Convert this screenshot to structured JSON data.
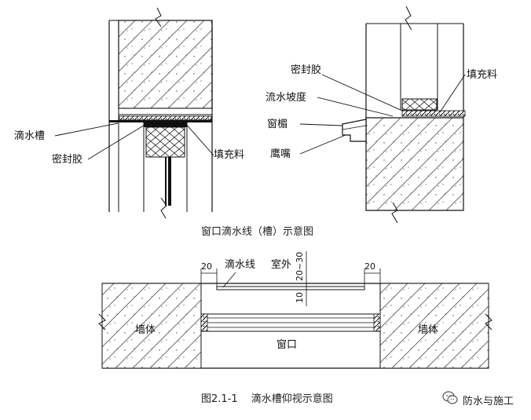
{
  "diagram_top": {
    "caption": "窗口滴水线（槽）示意图",
    "left_labels": {
      "drip_groove": "滴水槽",
      "sealant": "密封胶",
      "filler": "填充料"
    },
    "right_labels": {
      "sealant": "密封胶",
      "filler": "填充料",
      "slope": "流水坡度",
      "window_lintel": "窗楣",
      "eagle_mouth": "鹰嘴"
    }
  },
  "diagram_bottom": {
    "drip_line": "滴水线",
    "outdoor": "室外",
    "wall_left": "墙体",
    "wall_right": "墙体",
    "window": "窗口",
    "dim_left": "20",
    "dim_right": "20",
    "dim_vertical_top": "20~30",
    "dim_vertical_bottom": "10",
    "caption": "图2.1-1　 滴水槽仰视示意图"
  },
  "watermark": {
    "text": "防水与施工",
    "icon": "wechat-icon"
  }
}
